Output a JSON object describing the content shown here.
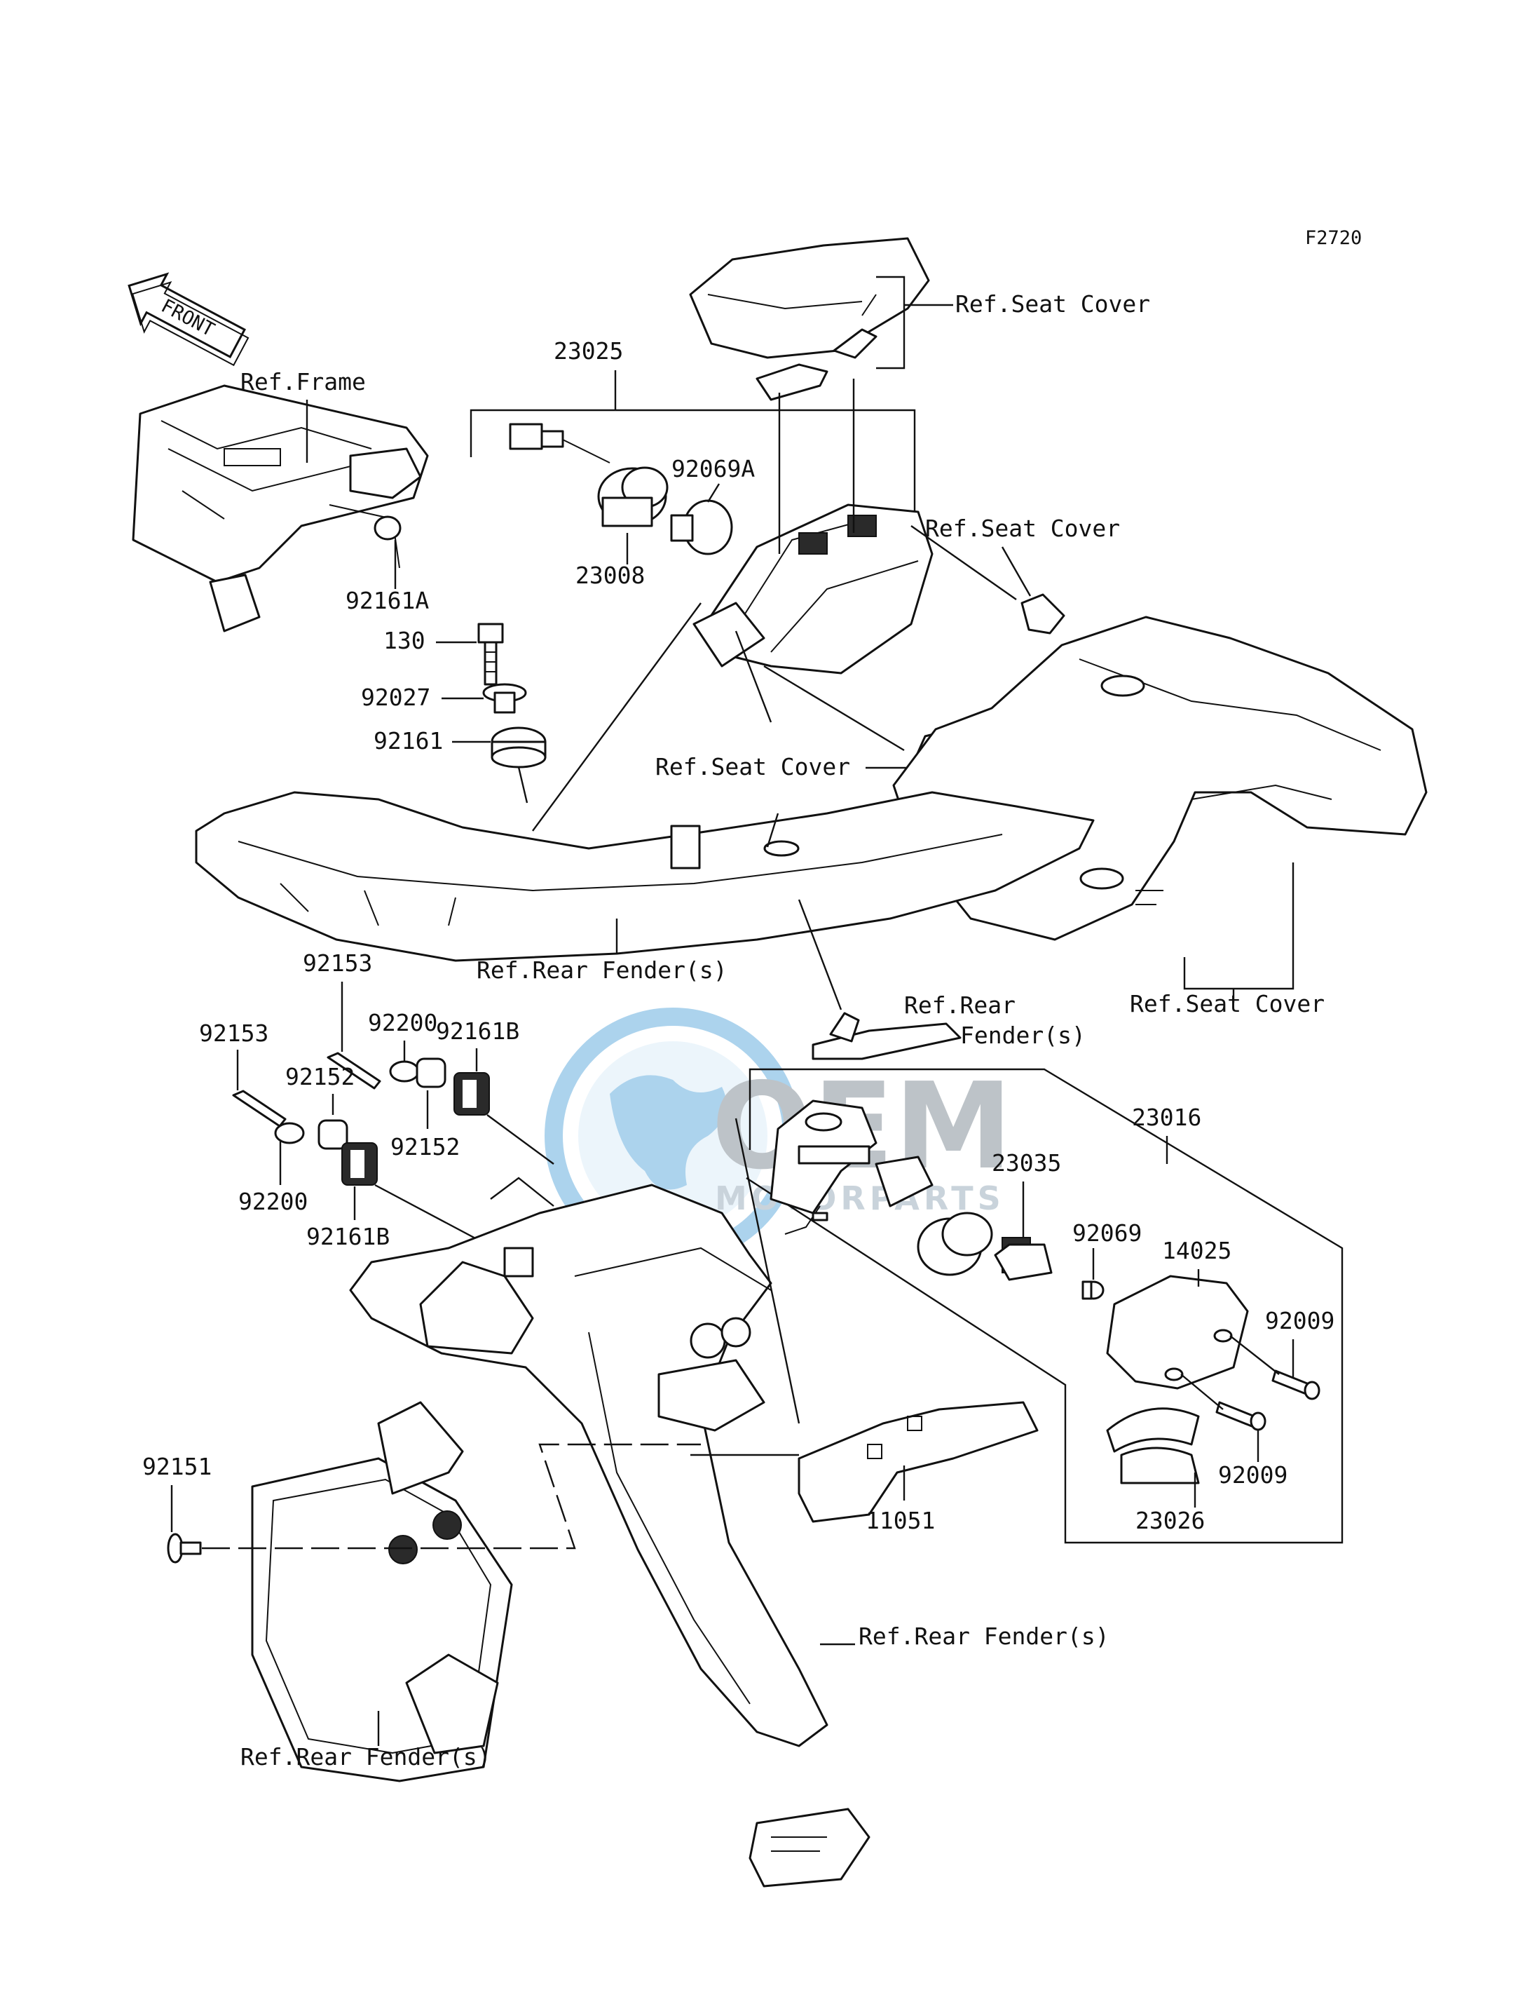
{
  "diagram_code": "F2720",
  "front_arrow": {
    "label": "FRONT",
    "icon": "front-arrow-icon"
  },
  "watermark": {
    "brand": "OEM",
    "sub": "MOTORPARTS",
    "color": "#4a9fd8"
  },
  "labels": {
    "ref_frame": "Ref.Frame",
    "ref_seat_cover_top": "Ref.Seat Cover",
    "ref_seat_cover_mid": "Ref.Seat Cover",
    "ref_seat_cover_center": "Ref.Seat Cover",
    "ref_seat_cover_bottom": "Ref.Seat Cover",
    "ref_rear_fender_main": "Ref.Rear Fender(s)",
    "ref_rear_fender_bracket_line1": "Ref.Rear",
    "ref_rear_fender_bracket_line2": "Fender(s)",
    "ref_rear_fender_lower": "Ref.Rear Fender(s)",
    "ref_rear_fender_bottom": "Ref.Rear Fender(s)"
  },
  "parts": {
    "p23025": "23025",
    "p92069a": "92069A",
    "p23008": "23008",
    "p92161a": "92161A",
    "p130": "130",
    "p92027": "92027",
    "p92161": "92161",
    "p92153_a": "92153",
    "p92153_b": "92153",
    "p92200_a": "92200",
    "p92200_b": "92200",
    "p92161b_a": "92161B",
    "p92161b_b": "92161B",
    "p92152_a": "92152",
    "p92152_b": "92152",
    "p23016": "23016",
    "p23035": "23035",
    "p92069": "92069",
    "p14025": "14025",
    "p92009_a": "92009",
    "p92009_b": "92009",
    "p23026": "23026",
    "p11051": "11051",
    "p92151": "92151"
  }
}
